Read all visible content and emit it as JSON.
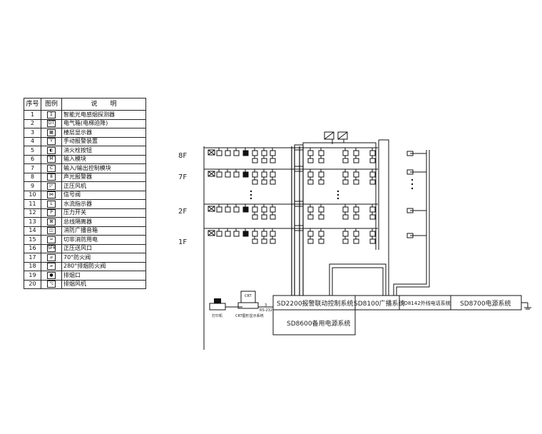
{
  "legend": {
    "header": {
      "no": "序号",
      "icon": "图例",
      "desc": "说　　明"
    },
    "rows": [
      {
        "no": "1",
        "icon": "Σ",
        "desc": "智能光电感烟探测器"
      },
      {
        "no": "2",
        "icon": "DT",
        "desc": "电气箱(电梯迫降)"
      },
      {
        "no": "3",
        "icon": "▦",
        "desc": "楼层显示器"
      },
      {
        "no": "4",
        "icon": "Y",
        "desc": "手动报警装置"
      },
      {
        "no": "5",
        "icon": "◐",
        "desc": "消火栓按钮"
      },
      {
        "no": "6",
        "icon": "M",
        "desc": "输入模块"
      },
      {
        "no": "7",
        "icon": "C",
        "desc": "输入/输出控制模块"
      },
      {
        "no": "8",
        "icon": "8",
        "desc": "声光报警器"
      },
      {
        "no": "9",
        "icon": "◸",
        "desc": "正压风机"
      },
      {
        "no": "10",
        "icon": "⋈",
        "desc": "信号阀"
      },
      {
        "no": "11",
        "icon": "L",
        "desc": "水流指示器"
      },
      {
        "no": "12",
        "icon": "P",
        "desc": "压力开关"
      },
      {
        "no": "13",
        "icon": "⊠",
        "desc": "总线隔离器"
      },
      {
        "no": "14",
        "icon": "◫",
        "desc": "消防广播音箱"
      },
      {
        "no": "15",
        "icon": "═",
        "desc": "切非消防用电"
      },
      {
        "no": "16",
        "icon": "SFK",
        "desc": "正压送风口"
      },
      {
        "no": "17",
        "icon": "⌀",
        "desc": "70°防火阀"
      },
      {
        "no": "18",
        "icon": "⌀",
        "desc": "280°排烟防火阀"
      },
      {
        "no": "19",
        "icon": "●",
        "desc": "排烟口"
      },
      {
        "no": "20",
        "icon": "◹",
        "desc": "排烟风机"
      }
    ]
  },
  "floors": [
    "8F",
    "7F",
    "2F",
    "1F"
  ],
  "systems": {
    "main": "SD2200报警联动控制系统",
    "broadcast": "SD8100广播系统",
    "hydrant": "SD8142外线电话系统",
    "power": "SD8700电源系统",
    "backup": "SD8600备用电源系统"
  },
  "devices": {
    "printer": "打印机",
    "crt_box": "CRT",
    "crt_label": "CRT图形显示系统",
    "rs232": "RS-232",
    "rs_num": "3"
  }
}
